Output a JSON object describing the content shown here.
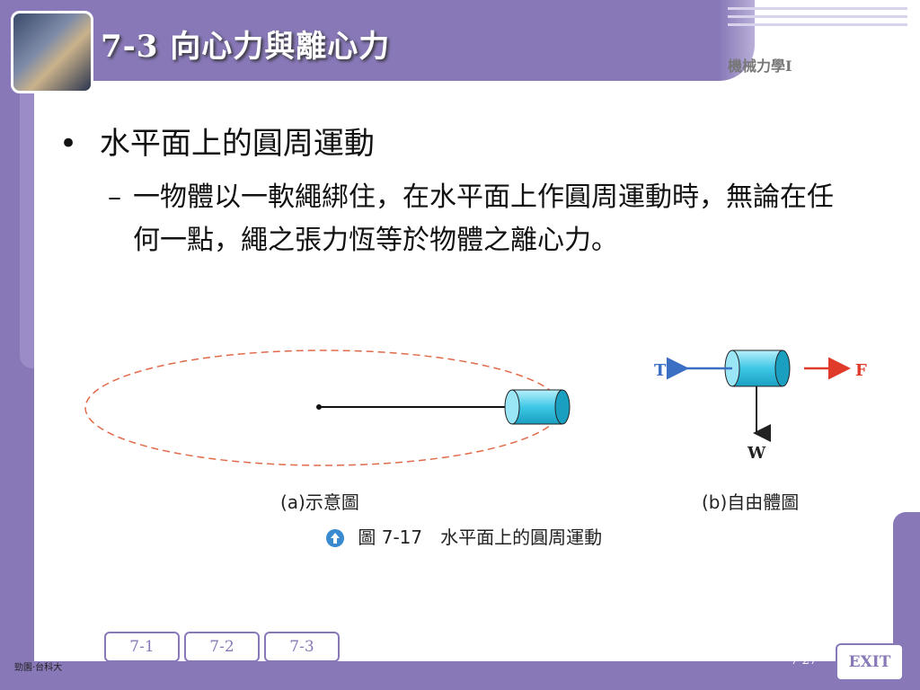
{
  "header": {
    "title": "7-3 向心力與離心力",
    "subject": "機械力學I"
  },
  "content": {
    "bullet": "•",
    "heading": "水平面上的圓周運動",
    "dash": "–",
    "body": "一物體以一軟繩綁住，在水平面上作圓周運動時，無論在任何一點，繩之張力恆等於物體之離心力。"
  },
  "figure": {
    "caption_a": "(a)示意圖",
    "caption_b": "(b)自由體圖",
    "label_t": "T",
    "label_f": "F",
    "label_w": "W",
    "title": "圖 7-17　水平面上的圓周運動",
    "colors": {
      "cylinder": "#3ec7e6",
      "orbit": "#e06a4a",
      "force_t": "#3a6fc4",
      "force_f": "#e03a2a"
    }
  },
  "nav": {
    "btn1": "7-1",
    "btn2": "7-2",
    "btn3": "7-3",
    "page": "7-27",
    "exit": "EXIT",
    "publisher": "勁園·台科大"
  }
}
